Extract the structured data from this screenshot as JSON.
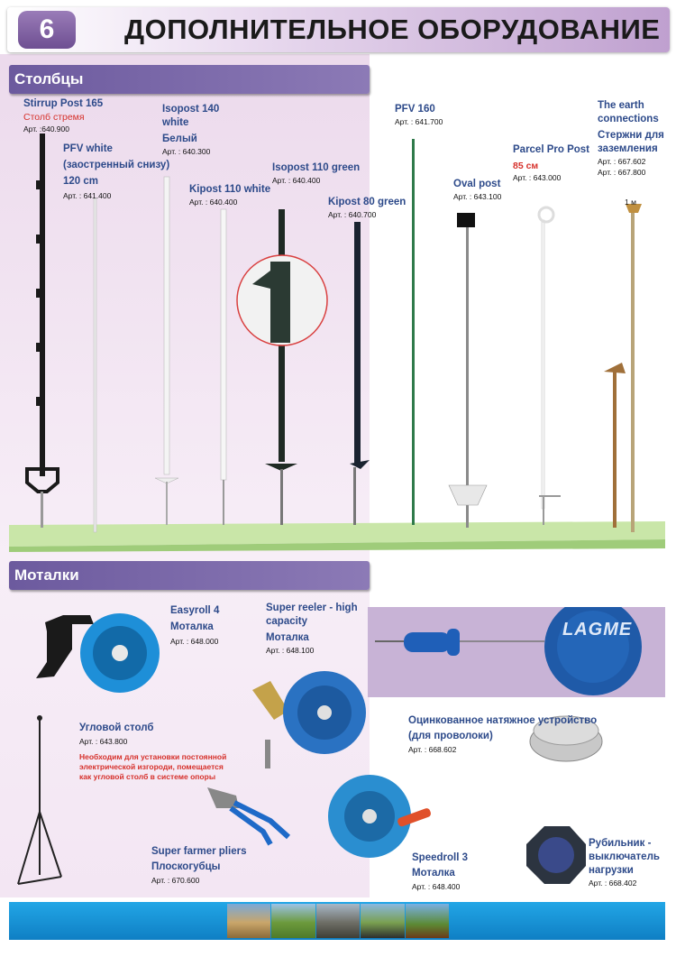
{
  "header": {
    "number": "6",
    "title": "ДОПОЛНИТЕЛЬНОЕ ОБОРУДОВАНИЕ"
  },
  "sections": {
    "posts": "Столбцы",
    "reels": "Моталки"
  },
  "posts": [
    {
      "name": "Stirrup Post 165",
      "sub": "Столб стремя",
      "art": "Арт. :640.900"
    },
    {
      "name": "PFV white",
      "sub": "(заостренный снизу)",
      "sub2": "120 cm",
      "art": "Арт. : 641.400"
    },
    {
      "name": "Isopost 140",
      "sub": "white",
      "sub2": "Белый",
      "art": "Арт. : 640.300"
    },
    {
      "name": "Kipost 110 white",
      "art": "Арт. : 640.400"
    },
    {
      "name": "Isopost 110 green",
      "art": "Арт. : 640.400"
    },
    {
      "name": "Kipost 80 green",
      "art": "Арт. : 640.700"
    },
    {
      "name": "PFV 160",
      "art": "Арт. : 641.700"
    },
    {
      "name": "Oval post",
      "art": "Арт. : 643.100"
    },
    {
      "name": "Parcel Pro Post",
      "sub": "85 см",
      "art": "Арт. : 643.000"
    },
    {
      "name": "The earth",
      "name2": "connections",
      "sub": "Стержни для",
      "sub2": "заземления",
      "art": "Арт. : 667.602",
      "art2": "Арт. : 667.800",
      "note": "1 м"
    }
  ],
  "reels": [
    {
      "name": "Easyroll 4",
      "sub": "Моталка",
      "art": "Арт. : 648.000"
    },
    {
      "name": "Super reeler - high",
      "name2": "capacity",
      "sub": "Моталка",
      "art": "Арт. : 648.100"
    },
    {
      "name": "Угловой столб",
      "art": "Арт. : 643.800",
      "note": "Необходим для установки постоянной",
      "note2": "электрической изгороди, помещается",
      "note3": "как угловой столб в системе опоры"
    },
    {
      "name": "Оцинкованное натяжное устройство",
      "name2": "(для проволоки)",
      "art": "Арт. : 668.602"
    },
    {
      "name": "Super farmer pliers",
      "sub": "Плоскогубцы",
      "art": "Арт. : 670.600"
    },
    {
      "name": "Speedroll 3",
      "sub": "Моталка",
      "art": "Арт. : 648.400"
    },
    {
      "name": "Рубильник -",
      "name2": "выключатель",
      "name3": "нагрузки",
      "art": "Арт. : 668.402"
    }
  ],
  "logo": "LAGME",
  "colors": {
    "accent": "#6c5a9e",
    "label_blue": "#2d4a8a",
    "label_red": "#d6312b",
    "footer_blue": "#1590d6",
    "ground_green": "#c9e6a8"
  }
}
